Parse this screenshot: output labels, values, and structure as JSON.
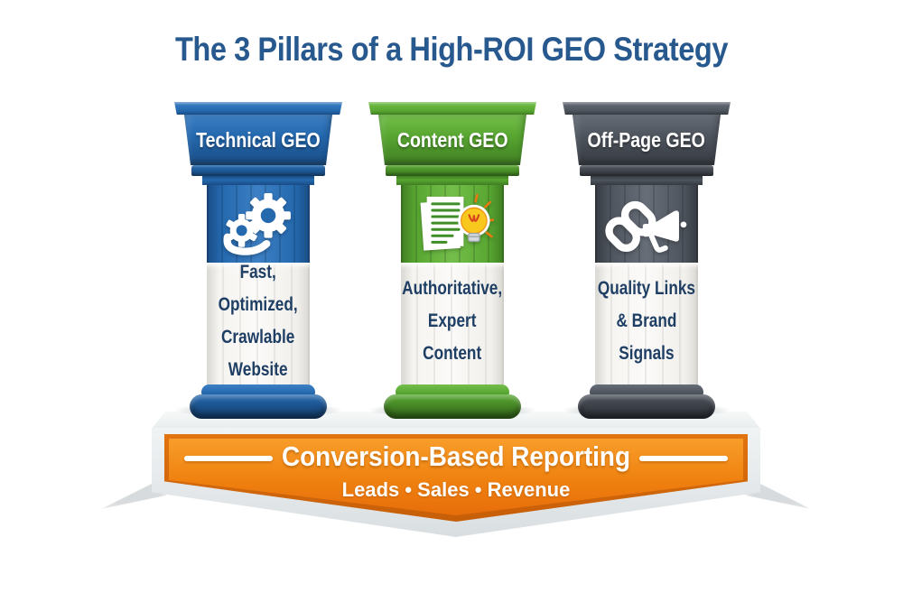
{
  "title": {
    "text": "The 3 Pillars of a High-ROI GEO Strategy",
    "color": "#27588e"
  },
  "pillars": [
    {
      "name": "Technical GEO",
      "icon": "gears-wrench-icon",
      "body_lines": [
        "Fast,",
        "Optimized,",
        "Crawlable",
        "Website"
      ],
      "color": "#2468ae",
      "color_light": "#3d80c5",
      "color_dark": "#1a4c84"
    },
    {
      "name": "Content GEO",
      "icon": "document-lightbulb-icon",
      "body_lines": [
        "Authoritative,",
        "Expert",
        "Content"
      ],
      "color": "#58a631",
      "color_light": "#74bf4b",
      "color_dark": "#3f7d22"
    },
    {
      "name": "Off-Page GEO",
      "icon": "chain-link-megaphone-icon",
      "body_lines": [
        "Quality Links",
        "& Brand",
        "Signals"
      ],
      "color": "#4e545d",
      "color_light": "#676e78",
      "color_dark": "#363b42"
    }
  ],
  "foundation": {
    "title": "Conversion-Based Reporting",
    "subtitle": "Leads • Sales • Revenue",
    "panel_color": "#ef810f",
    "panel_border_color": "#c65e08",
    "frame_color": "#e9eded",
    "text_color": "#ffffff"
  },
  "body_text_color": "#1e3e63"
}
